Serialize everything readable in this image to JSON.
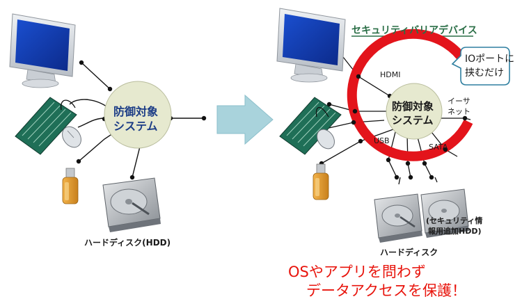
{
  "left": {
    "system_label_line1": "防御対象",
    "system_label_line2": "システム",
    "hdd_label": "ハードディスク(HDD)"
  },
  "right": {
    "device_title": "セキュリティバリアデバイス",
    "callout_line1": "IOポートに",
    "callout_line2": "挟むだけ",
    "system_label_line1": "防御対象",
    "system_label_line2": "システム",
    "port_hdmi": "HDMI",
    "port_ethernet_line1": "イーサ",
    "port_ethernet_line2": "ネット",
    "port_usb": "USB",
    "port_sata": "SATA",
    "security_hdd_line1": "(セキュリティ情",
    "security_hdd_line2": "報用追加HDD)",
    "hdd_label": "ハードディスク"
  },
  "tagline": {
    "line1": "OSやアプリを問わず",
    "line2": "データアクセスを保護！"
  },
  "colors": {
    "system_circle": "#e6e9cf",
    "barrier_ring": "#e3141b",
    "arrow": "#a9d3dc",
    "callout_border": "#2f7fa0",
    "callout_fill": "#ffffff",
    "tagline_text": "#e8140c",
    "title_underline": "#2a6e46"
  },
  "icons": [
    "monitor-icon",
    "keyboard-icon",
    "mouse-icon",
    "usb-stick-icon",
    "hard-disk-icon",
    "arrow-right-icon"
  ]
}
